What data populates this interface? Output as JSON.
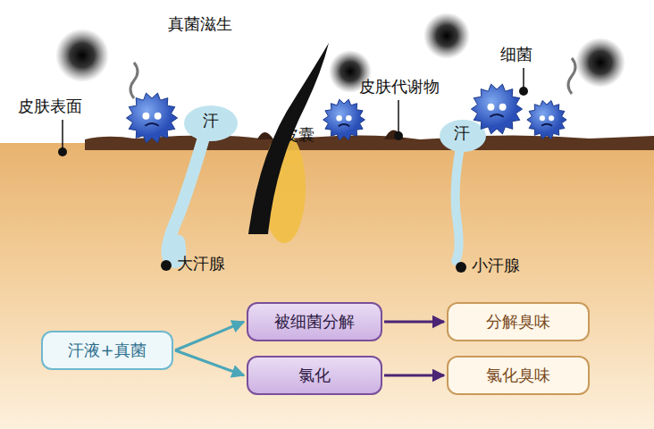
{
  "diagram": {
    "nodes": [
      {
        "text": [
          "汗液+真菌"
        ]
      },
      {
        "text": [
          "被细菌分解"
        ]
      },
      {
        "text": [
          "氯化"
        ]
      },
      {
        "text": [
          "分解臭味"
        ]
      },
      {
        "text": [
          "氯化臭味"
        ]
      }
    ],
    "edges": [
      {
        "from": 0,
        "to": 1,
        "arrow": "to"
      },
      {
        "from": 0,
        "to": 2,
        "arrow": "to"
      },
      {
        "from": 1,
        "to": 3,
        "arrow": "to"
      },
      {
        "from": 2,
        "to": 4,
        "arrow": "to"
      }
    ],
    "labels": [
      "皮肤表面",
      "真菌滋生",
      "皮肤代谢物",
      "细菌",
      "汗",
      "皮囊",
      "汗",
      "大汗腺",
      "小汗腺"
    ]
  }
}
